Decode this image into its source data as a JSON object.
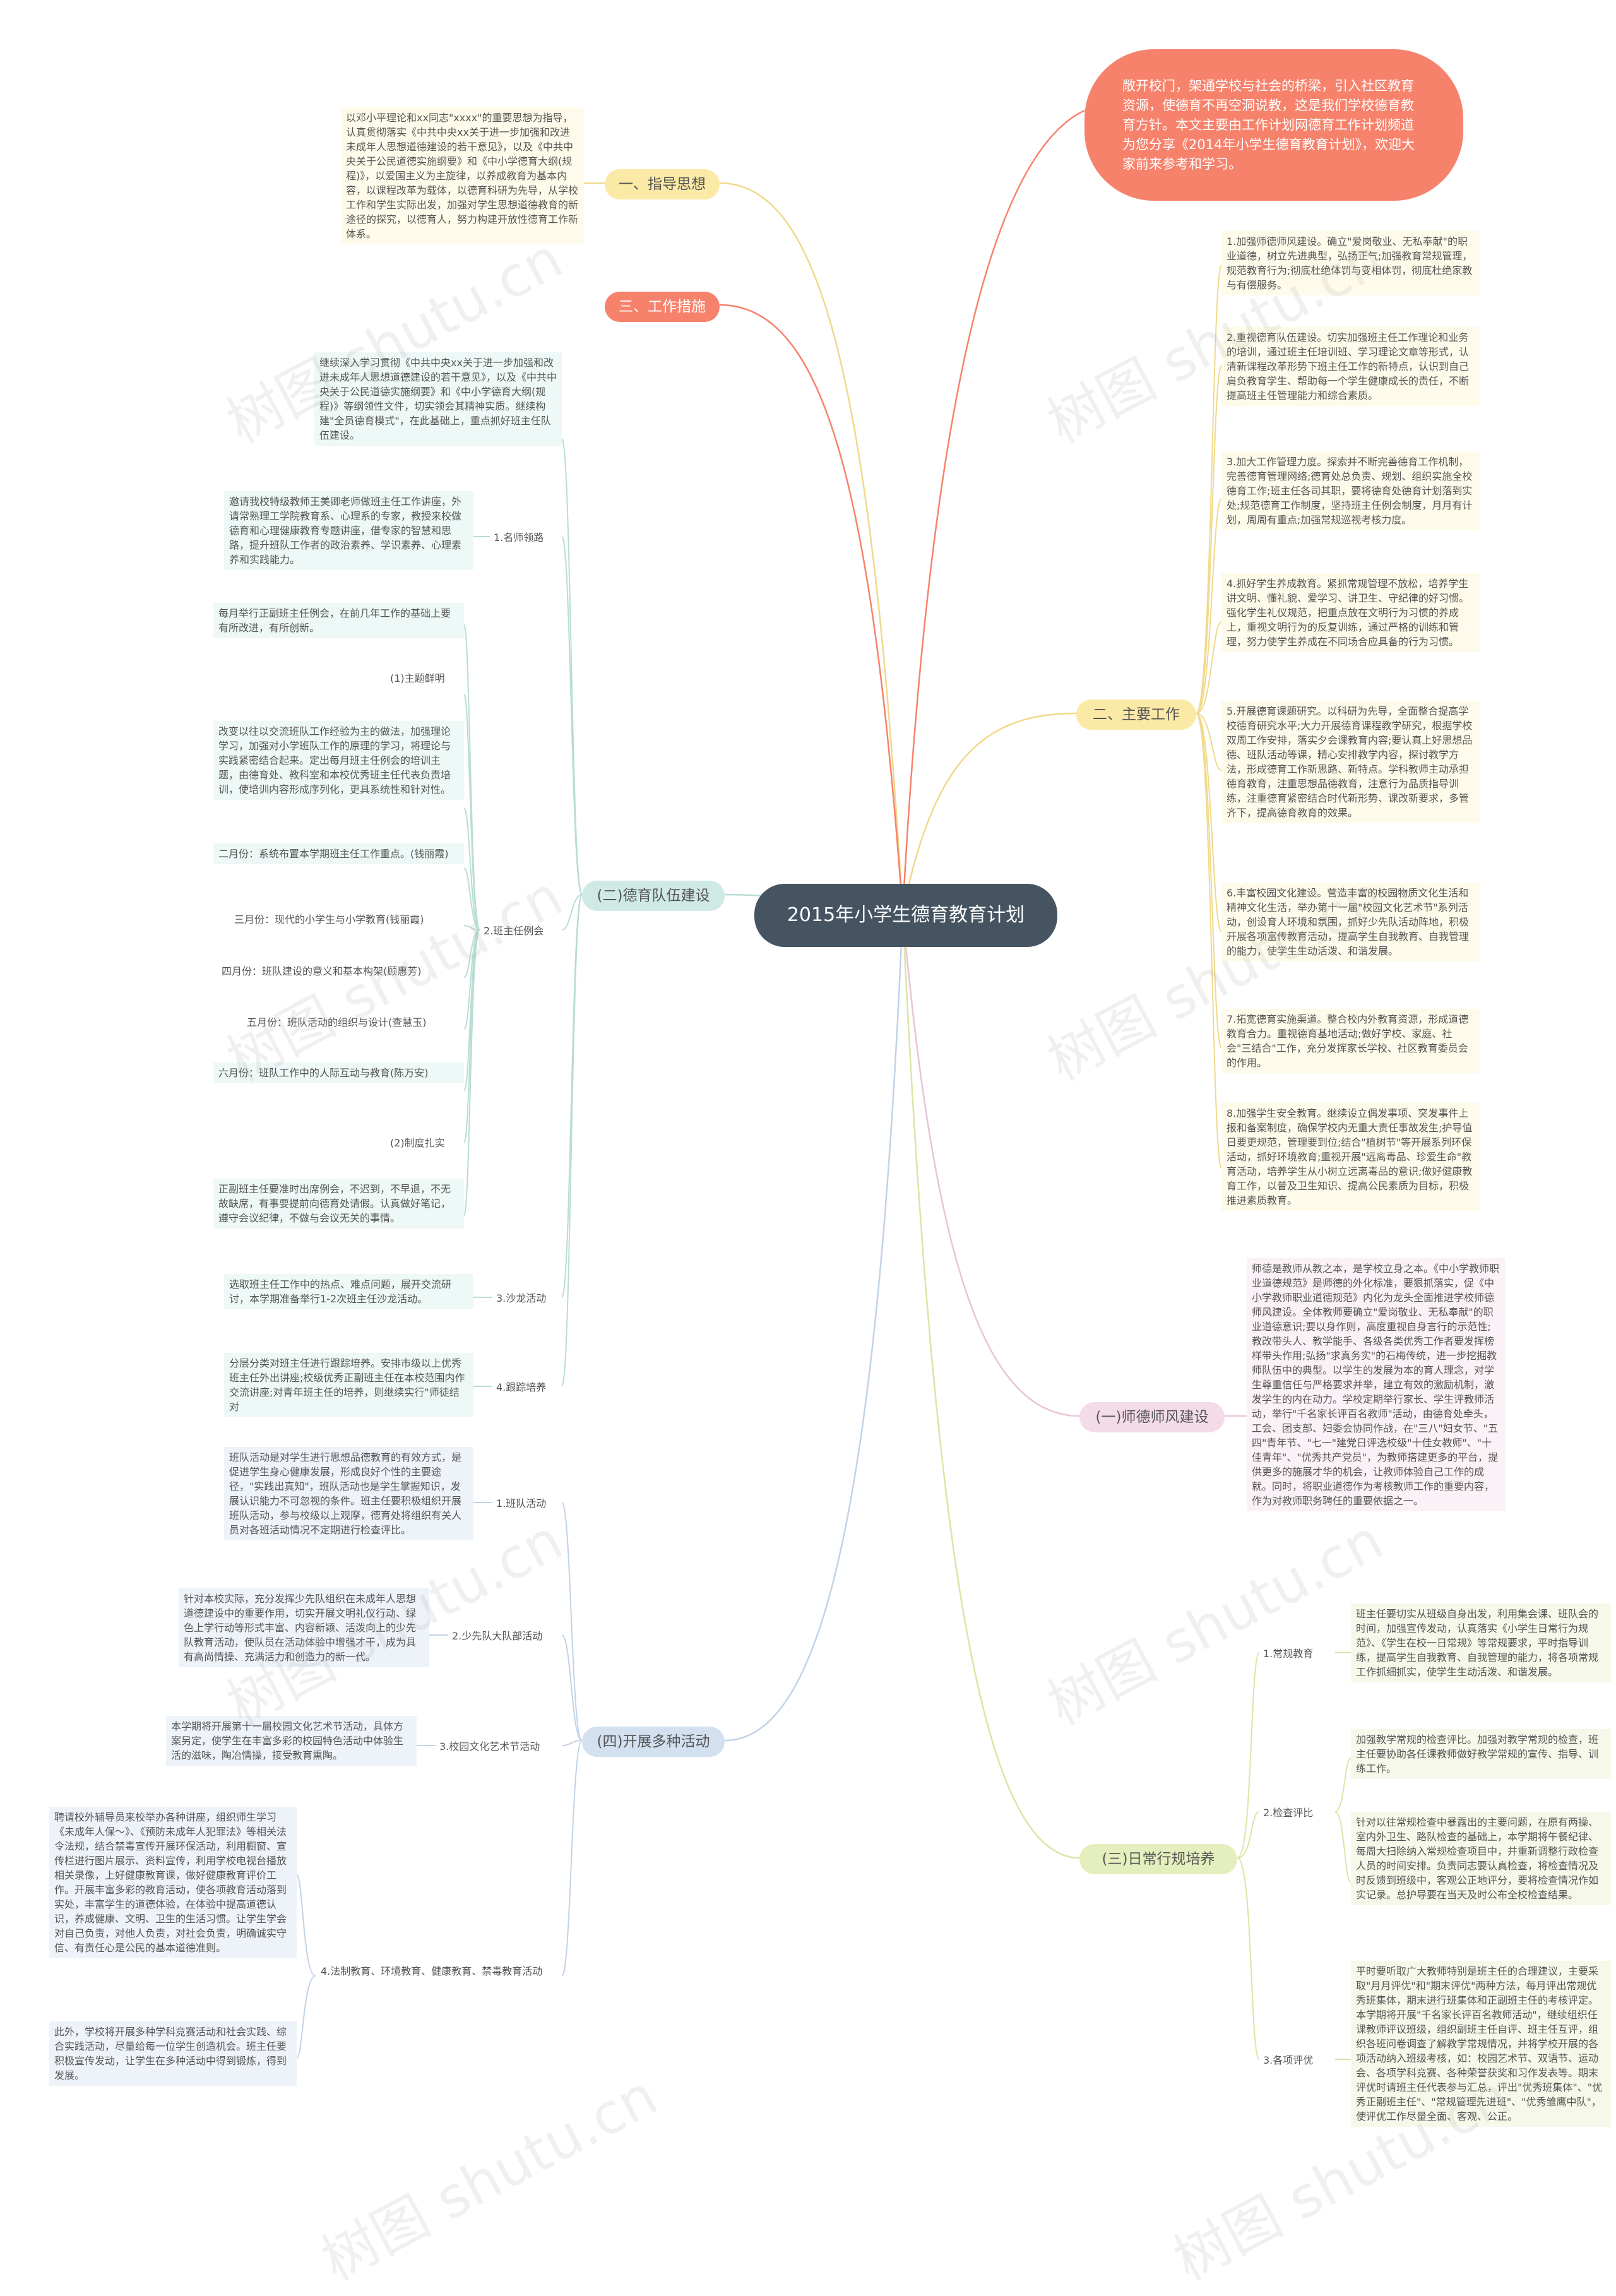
{
  "root": "2015年小学生德育教育计划",
  "intro": "敞开校门，架通学校与社会的桥梁，引入社区教育资源，使德育不再空洞说教，这是我们学校德育教育方针。本文主要由工作计划网德育工作计划频道为您分享《2014年小学生德育教育计划》，欢迎大家前来参考和学习。",
  "watermark": "树图 shutu.cn",
  "left": {
    "guide": {
      "label": "一、指导思想",
      "text": "以邓小平理论和xx同志\"xxxx\"的重要思想为指导，认真贯彻落实《中共中央xx关于进一步加强和改进未成年人思想道德建设的若干意见》，以及《中共中央关于公民道德实施纲要》和《中小学德育大纲(规程)》，以爱国主义为主旋律，以养成教育为基本内容，以课程改革为载体，以德育科研为先导，从学校工作和学生实际出发，加强对学生思想道德教育的新途径的探究，以德育人，努力构建开放性德育工作新体系。"
    },
    "measures": {
      "label": "三、工作措施"
    },
    "team": {
      "label": "(二)德育队伍建设",
      "top_text": "继续深入学习贯彻《中共中央xx关于进一步加强和改进未成年人思想道德建设的若干意见》，以及《中共中央关于公民道德实施纲要》和《中小学德育大纲(规程)》等纲领性文件，切实领会其精神实质。继续构建\"全员德育模式\"，在此基础上，重点抓好班主任队伍建设。",
      "lead": {
        "label": "1.名师领路",
        "text": "邀请我校特级教师王美卿老师做班主任工作讲座，外请常熟理工学院教育系、心理系的专家，教授来校做德育和心理健康教育专题讲座，借专家的智慧和思路，提升班队工作者的政治素养、学识素养、心理素养和实践能力。"
      },
      "meeting": {
        "label": "2.班主任例会",
        "text1": "每月举行正副班主任例会，在前几年工作的基础上要有所改进，有所创新。",
        "sub1": "(1)主题鲜明",
        "text2": "改变以往以交流班队工作经验为主的做法，加强理论学习，加强对小学班队工作的原理的学习，将理论与实践紧密结合起来。定出每月班主任例会的培训主题，由德育处、教科室和本校优秀班主任代表负责培训，使培训内容形成序列化，更具系统性和针对性。",
        "m2": "二月份：系统布置本学期班主任工作重点。(钱丽霞)",
        "m3": "三月份：现代的小学生与小学教育(钱丽霞)",
        "m4": "四月份：班队建设的意义和基本构架(顾惠芳)",
        "m5": "五月份：班队活动的组织与设计(查慧玉)",
        "m6": "六月份：班队工作中的人际互动与教育(陈万安)",
        "sub2": "(2)制度扎实",
        "text3": "正副班主任要准时出席例会，不迟到，不早退，不无故缺席，有事要提前向德育处请假。认真做好笔记，遵守会议纪律，不做与会议无关的事情。"
      },
      "salon": {
        "label": "3.沙龙活动",
        "text": "选取班主任工作中的热点、难点问题，展开交流研讨，本学期准备举行1-2次班主任沙龙活动。"
      },
      "track": {
        "label": "4.跟踪培养",
        "text": "分层分类对班主任进行跟踪培养。安排市级以上优秀班主任外出讲座;校级优秀正副班主任在本校范围内作交流讲座;对青年班主任的培养，则继续实行\"师徒结对"
      }
    },
    "activities": {
      "label": "(四)开展多种活动",
      "class": {
        "label": "1.班队活动",
        "text": "班队活动是对学生进行思想品德教育的有效方式，是促进学生身心健康发展，形成良好个性的主要途径，\"实践出真知\"，班队活动也是学生掌握知识，发展认识能力不可忽视的条件。班主任要积极组织开展班队活动，参与校级以上观摩，德育处将组织有关人员对各班活动情况不定期进行检查评比。"
      },
      "pioneer": {
        "label": "2.少先队大队部活动",
        "text": "针对本校实际，充分发挥少先队组织在未成年人思想道德建设中的重要作用，切实开展文明礼仪行动、绿色上学行动等形式丰富、内容新颖、活泼向上的少先队教育活动，使队员在活动体验中增强才干，成为具有高尚情操、充满活力和创造力的新一代。"
      },
      "culture": {
        "label": "3.校园文化艺术节活动",
        "text": "本学期将开展第十一届校园文化艺术节活动，具体方案另定，使学生在丰富多彩的校园特色活动中体验生活的滋味，陶冶情操，接受教育熏陶。"
      },
      "law": {
        "label": "4.法制教育、环境教育、健康教育、禁毒教育活动",
        "text1": "聘请校外辅导员来校举办各种讲座，组织师生学习《未成年人保～》、《预防未成年人犯罪法》等相关法令法规，结合禁毒宣传开展环保活动，利用橱窗、宣传栏进行图片展示、资料宣传，利用学校电视台播放相关录像，上好健康教育课，做好健康教育评价工作。开展丰富多彩的教育活动，使各项教育活动落到实处，丰富学生的道德体验，在体验中提高道德认识，养成健康、文明、卫生的生活习惯。让学生学会对自己负责，对他人负责，对社会负责，明确诚实守信、有责任心是公民的基本道德准则。",
        "text2": "此外，学校将开展多种学科竞赛活动和社会实践、综合实践活动，尽量给每一位学生创造机会。班主任要积极宣传发动，让学生在多种活动中得到锻炼，得到发展。"
      }
    }
  },
  "right": {
    "main": {
      "label": "二、主要工作",
      "items": [
        "1.加强师德师风建设。确立\"爱岗敬业、无私奉献\"的职业道德，树立先进典型，弘扬正气;加强教育常规管理，规范教育行为;彻底杜绝体罚与变相体罚，彻底杜绝家教与有偿服务。",
        "2.重视德育队伍建设。切实加强班主任工作理论和业务的培训，通过班主任培训班、学习理论文章等形式，认清新课程改革形势下班主任工作的新特点，认识到自己肩负教育学生、帮助每一个学生健康成长的责任，不断提高班主任管理能力和综合素质。",
        "3.加大工作管理力度。探索并不断完善德育工作机制，完善德育管理网络;德育处总负责、规划、组织实施全校德育工作;班主任各司其职，要将德育处德育计划落到实处;规范德育工作制度，坚持班主任例会制度，月月有计划，周周有重点;加强常规巡视考核力度。",
        "4.抓好学生养成教育。紧抓常规管理不放松，培养学生讲文明、懂礼貌、爱学习、讲卫生、守纪律的好习惯。强化学生礼仪规范，把重点放在文明行为习惯的养成上，重视文明行为的反复训练，通过严格的训练和管理，努力使学生养成在不同场合应具备的行为习惯。",
        "5.开展德育课题研究。以科研为先导，全面整合提高学校德育研究水平;大力开展德育课程教学研究，根据学校双周工作安排，落实夕会课教育内容;要认真上好思想品德、班队活动等课，精心安排教学内容，探讨教学方法，形成德育工作新思路、新特点。学科教师主动承担德育教育，注重思想品德教育，注意行为品质指导训练，注重德育紧密结合时代新形势、课改新要求，多管齐下，提高德育教育的效果。",
        "6.丰富校园文化建设。营造丰富的校园物质文化生活和精神文化生活，举办第十一届\"校园文化艺术节\"系列活动，创设育人环境和氛围，抓好少先队活动阵地，积极开展各项富传教育活动，提高学生自我教育、自我管理的能力，使学生生动活泼、和谐发展。",
        "7.拓宽德育实施渠道。整合校内外教育资源，形成道德教育合力。重视德育基地活动;做好学校、家庭、社会\"三结合\"工作，充分发挥家长学校、社区教育委员会的作用。",
        "8.加强学生安全教育。继续设立偶发事项、突发事件上报和备案制度，确保学校内无重大责任事故发生;护导值日要更规范，管理要到位;结合\"植树节\"等开展系列环保活动，抓好环境教育;重视开展\"远离毒品、珍爱生命\"教育活动，培养学生从小树立远离毒品的意识;做好健康教育工作，以普及卫生知识、提高公民素质为目标，积极推进素质教育。"
      ]
    },
    "ethics": {
      "label": "(一)师德师风建设",
      "text": "师德是教师从教之本，是学校立身之本。《中小学教师职业道德规范》是师德的外化标准，要狠抓落实，促《中小学教师职业道德规范》内化为龙头全面推进学校师德师风建设。全体教师要确立\"爱岗敬业、无私奉献\"的职业道德意识;要以身作则，高度重视自身言行的示范性;教改带头人、教学能手、各级各类优秀工作者要发挥榜样带头作用;弘扬\"求真务实\"的石梅传统，进一步挖掘教师队伍中的典型。以学生的发展为本的育人理念，对学生尊重信任与严格要求并举，建立有效的激励机制，激发学生的内在动力。学校定期举行家长、学生评教师活动，举行\"千名家长评百名教师\"活动，由德育处牵头，工会、团支部、妇委会协同作战，在\"三八\"妇女节、\"五四\"青年节、\"七一\"建党日评选校级\"十佳女教师\"、\"十佳青年\"、\"优秀共产党员\"，为教师搭建更多的平台，提供更多的施展才华的机会，让教师体验自己工作的成就。同时，将职业道德作为考核教师工作的重要内容，作为对教师职务聘任的重要依据之一。"
    },
    "routine": {
      "label": "(三)日常行规培养",
      "norm": {
        "label": "1.常规教育",
        "text": "班主任要切实从班级自身出发，利用集会课、班队会的时间，加强宣传发动，认真落实《小学生日常行为规范》、《学生在校一日常规》等常规要求，平时指导训练，提高学生自我教育、自我管理的能力，将各项常规工作抓细抓实，使学生生动活泼、和谐发展。"
      },
      "check": {
        "label": "2.检查评比",
        "text1": "加强教学常规的检查评比。加强对教学常规的检查，班主任要协助各任课教师做好教学常规的宣传、指导、训练工作。",
        "text2": "针对以往常规检查中暴露出的主要问题，在原有两操、室内外卫生、路队检查的基础上，本学期将午餐纪律、每周大扫除纳入常规检查项目中，并重新调整行政检查人员的时间安排。负责同志要认真检查，将检查情况及时反馈到班级中，客观公正地评分，要将检查情况作如实记录。总护导要在当天及时公布全校检查结果。"
      },
      "eval": {
        "label": "3.各项评优",
        "text": "平时要听取广大教师特别是班主任的合理建议，主要采取\"月月评优\"和\"期末评优\"两种方法，每月评出常规优秀班集体，期末进行班集体和正副班主任的考核评定。本学期将开展\"千名家长评百名教师活动\"，继续组织任课教师评议班级，组织副班主任自评、班主任互评，组织各班问卷调查了解教学常规情况，并将学校开展的各项活动纳入班级考核，如：校园艺术节、双语节、运动会、各项学科竞赛、各种荣誉获奖和习作发表等。期末评优时请班主任代表参与汇总，评出\"优秀班集体\"、\"优秀正副班主任\"、\"常规管理先进班\"、\"优秀雏鹰中队\"，使评优工作尽量全面、客观、公正。"
      }
    }
  }
}
